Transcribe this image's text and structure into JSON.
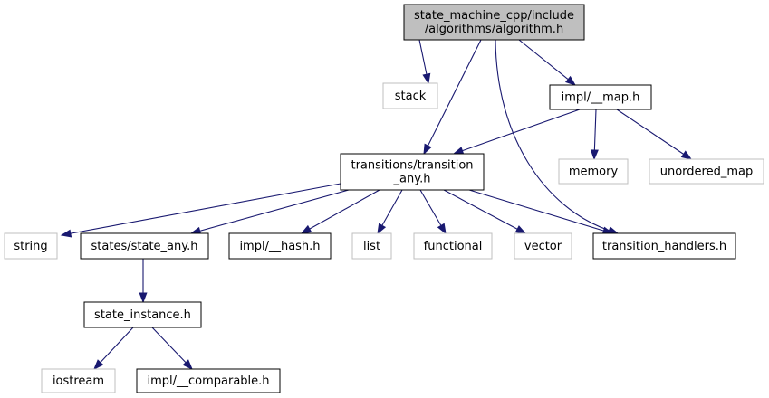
{
  "graph": {
    "nodes": [
      {
        "id": "root",
        "lines": [
          "state_machine_cpp/include",
          "/algorithms/algorithm.h"
        ],
        "kind": "root"
      },
      {
        "id": "stack",
        "lines": [
          "stack"
        ],
        "kind": "system"
      },
      {
        "id": "map",
        "lines": [
          "impl/__map.h"
        ],
        "kind": "local"
      },
      {
        "id": "trans_any",
        "lines": [
          "transitions/transition",
          "_any.h"
        ],
        "kind": "local"
      },
      {
        "id": "memory",
        "lines": [
          "memory"
        ],
        "kind": "system"
      },
      {
        "id": "unordered_map",
        "lines": [
          "unordered_map"
        ],
        "kind": "system"
      },
      {
        "id": "string",
        "lines": [
          "string"
        ],
        "kind": "system"
      },
      {
        "id": "state_any",
        "lines": [
          "states/state_any.h"
        ],
        "kind": "local"
      },
      {
        "id": "hash",
        "lines": [
          "impl/__hash.h"
        ],
        "kind": "local"
      },
      {
        "id": "list",
        "lines": [
          "list"
        ],
        "kind": "system"
      },
      {
        "id": "functional",
        "lines": [
          "functional"
        ],
        "kind": "system"
      },
      {
        "id": "vector",
        "lines": [
          "vector"
        ],
        "kind": "system"
      },
      {
        "id": "handlers",
        "lines": [
          "transition_handlers.h"
        ],
        "kind": "local"
      },
      {
        "id": "state_instance",
        "lines": [
          "state_instance.h"
        ],
        "kind": "local"
      },
      {
        "id": "iostream",
        "lines": [
          "iostream"
        ],
        "kind": "system"
      },
      {
        "id": "comparable",
        "lines": [
          "impl/__comparable.h"
        ],
        "kind": "local"
      }
    ],
    "edges": [
      {
        "from": "root",
        "to": "stack"
      },
      {
        "from": "root",
        "to": "map"
      },
      {
        "from": "root",
        "to": "trans_any"
      },
      {
        "from": "root",
        "to": "handlers"
      },
      {
        "from": "map",
        "to": "trans_any"
      },
      {
        "from": "map",
        "to": "memory"
      },
      {
        "from": "map",
        "to": "unordered_map"
      },
      {
        "from": "trans_any",
        "to": "string"
      },
      {
        "from": "trans_any",
        "to": "state_any"
      },
      {
        "from": "trans_any",
        "to": "hash"
      },
      {
        "from": "trans_any",
        "to": "list"
      },
      {
        "from": "trans_any",
        "to": "functional"
      },
      {
        "from": "trans_any",
        "to": "vector"
      },
      {
        "from": "trans_any",
        "to": "handlers"
      },
      {
        "from": "state_any",
        "to": "state_instance"
      },
      {
        "from": "state_instance",
        "to": "iostream"
      },
      {
        "from": "state_instance",
        "to": "comparable"
      }
    ]
  }
}
